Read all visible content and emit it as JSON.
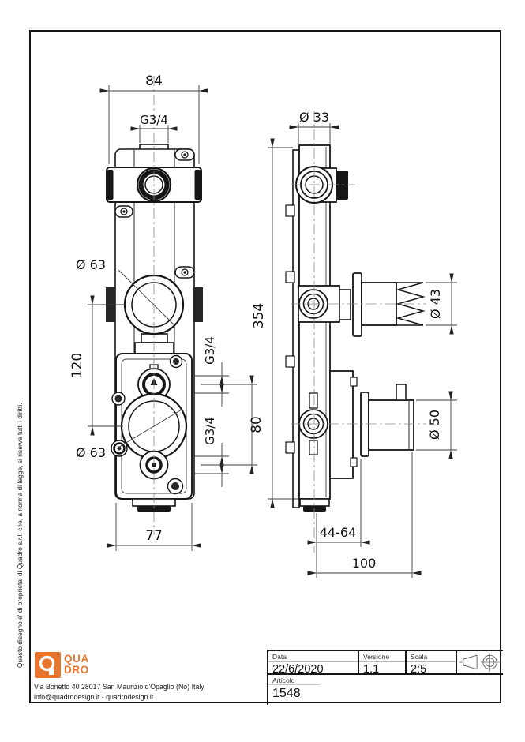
{
  "page": {
    "copyright_vertical": "Questo disegno e' di proprieta' di Quadro s.r.l. che, a norma di legge, si riserva tutti i diritti."
  },
  "drawing": {
    "front_view": {
      "width_top": "84",
      "thread_top": "G3/4",
      "dia_upper": "Ø 63",
      "center_spacing": "120",
      "dia_lower": "Ø 63",
      "outlet_upper_thread": "G3/4",
      "outlet_lower_thread": "G3/4",
      "outlet_spacing": "80",
      "width_bottom": "77"
    },
    "side_view": {
      "dia_top": "Ø 33",
      "height": "354",
      "dia_thermo_knob": "Ø 43",
      "dia_volume_knob": "Ø 50",
      "depth_adjust": "44-64",
      "depth_total": "100"
    }
  },
  "title_block": {
    "logo": {
      "q": "Q",
      "line1": "QUA",
      "line2": "DRO"
    },
    "address_line1": "Via Bonetto 40  28017 San Maurizio d'Opaglio (No) Italy",
    "address_line2": "info@quadrodesign.it  -  quadrodesign.it",
    "fields": {
      "data_label": "Data",
      "data_value": "22/6/2020",
      "versione_label": "Versione",
      "versione_value": "1.1",
      "scala_label": "Scala",
      "scala_value": "2:5",
      "articolo_label": "Articolo",
      "articolo_value": "1548"
    }
  },
  "colors": {
    "accent_orange": "#E8752E",
    "line": "#161616"
  }
}
